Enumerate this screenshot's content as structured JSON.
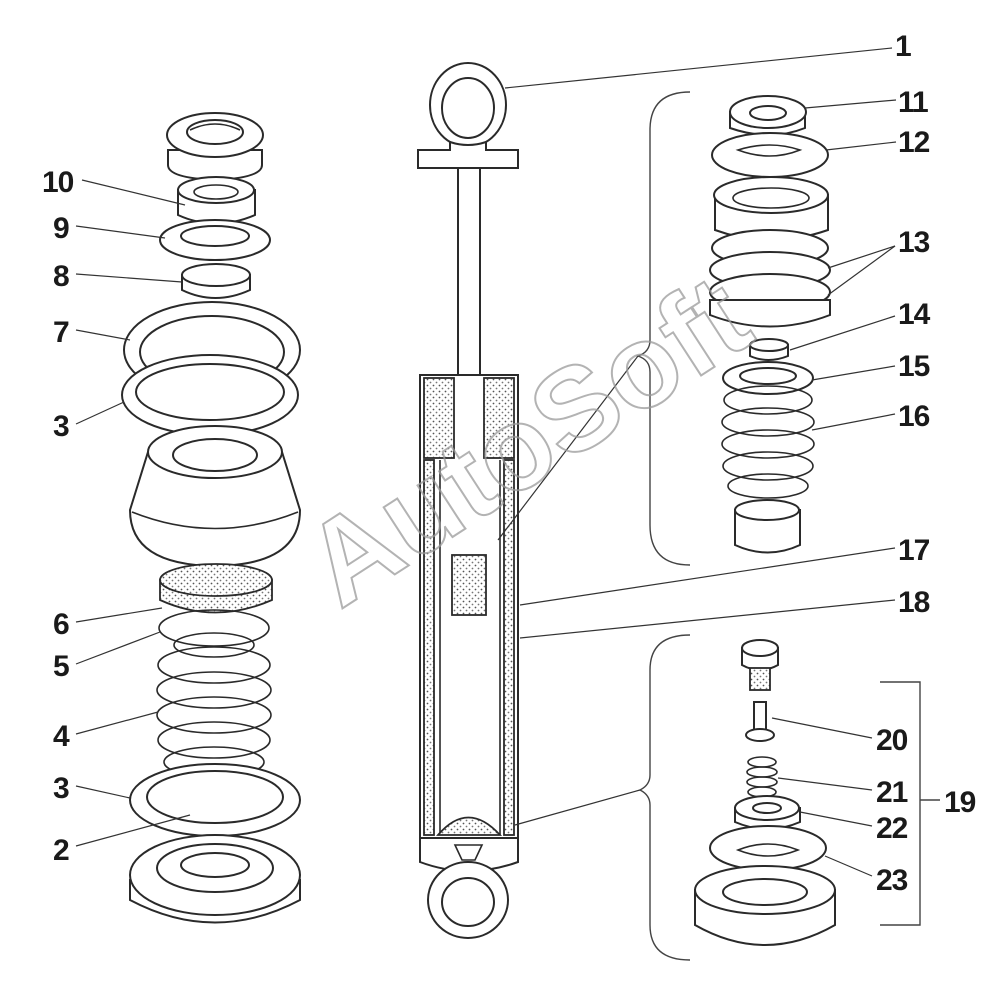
{
  "watermark": "AutoSoft",
  "callouts": [
    {
      "id": "c10",
      "text": "10"
    },
    {
      "id": "c9",
      "text": "9"
    },
    {
      "id": "c8",
      "text": "8"
    },
    {
      "id": "c7",
      "text": "7"
    },
    {
      "id": "c3a",
      "text": "3"
    },
    {
      "id": "c6",
      "text": "6"
    },
    {
      "id": "c5",
      "text": "5"
    },
    {
      "id": "c4",
      "text": "4"
    },
    {
      "id": "c3b",
      "text": "3"
    },
    {
      "id": "c2",
      "text": "2"
    },
    {
      "id": "c1",
      "text": "1"
    },
    {
      "id": "c11",
      "text": "11"
    },
    {
      "id": "c12",
      "text": "12"
    },
    {
      "id": "c13",
      "text": "13"
    },
    {
      "id": "c14",
      "text": "14"
    },
    {
      "id": "c15",
      "text": "15"
    },
    {
      "id": "c16",
      "text": "16"
    },
    {
      "id": "c17",
      "text": "17"
    },
    {
      "id": "c18",
      "text": "18"
    },
    {
      "id": "c20",
      "text": "20"
    },
    {
      "id": "c21",
      "text": "21"
    },
    {
      "id": "c22",
      "text": "22"
    },
    {
      "id": "c23",
      "text": "23"
    },
    {
      "id": "c19",
      "text": "19"
    }
  ]
}
